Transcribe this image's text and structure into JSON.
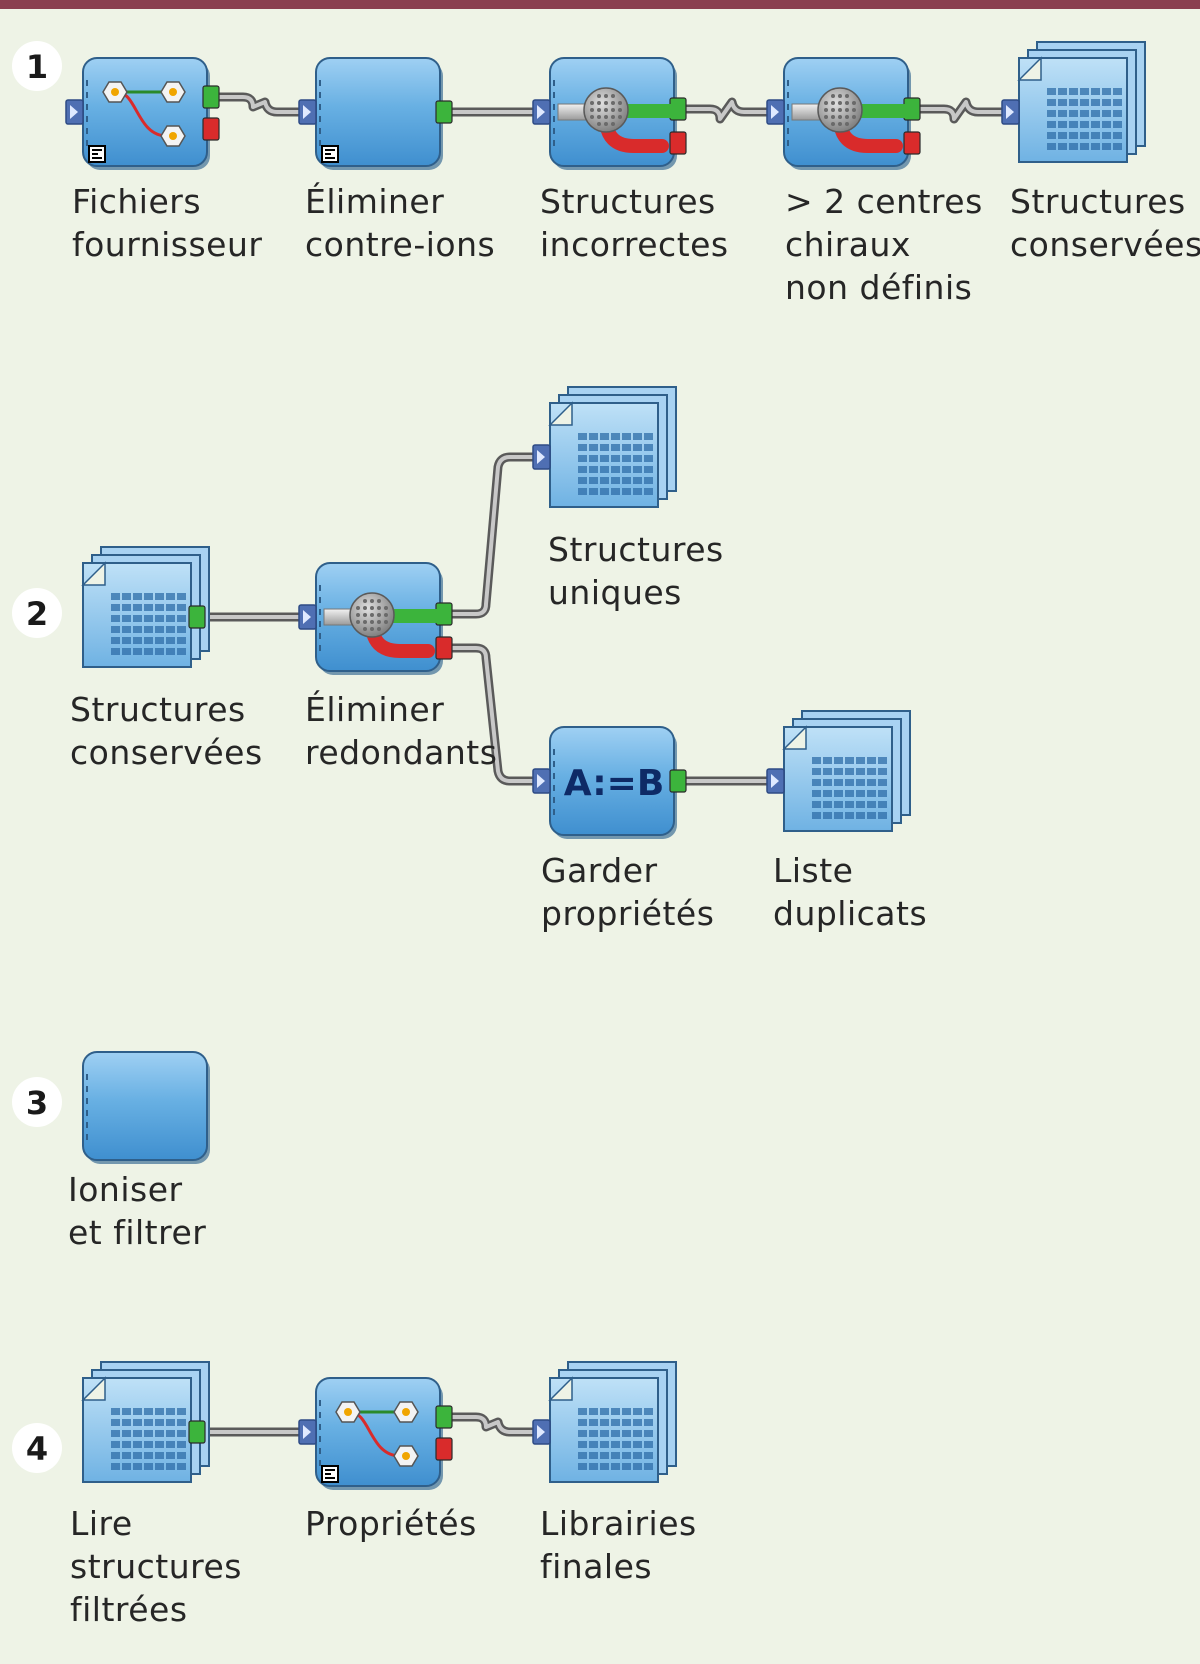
{
  "colors": {
    "background": "#eef3e6",
    "top_bar": "#8a3f4f",
    "node_fill": "#5ea6dc",
    "port_green": "#3cb43c",
    "port_red": "#d92b2b",
    "connector": "#8c8c8c"
  },
  "steps": [
    {
      "number": "1",
      "nodes": [
        {
          "icon": "metanode-icon",
          "label": "Fichiers\nfournisseur"
        },
        {
          "icon": "blank-node-icon",
          "label": "Éliminer\ncontre-ions"
        },
        {
          "icon": "splitter-node-icon",
          "label": "Structures\nincorrectes"
        },
        {
          "icon": "splitter-node-icon",
          "label": "> 2 centres\nchiraux\nnon définis"
        },
        {
          "icon": "table-stack-icon",
          "label": "Structures\nconservées"
        }
      ]
    },
    {
      "number": "2",
      "nodes": [
        {
          "icon": "table-stack-icon",
          "label": "Structures\nconservées"
        },
        {
          "icon": "splitter-node-icon",
          "label": "Éliminer\nredondants"
        },
        {
          "icon": "table-stack-icon",
          "label": "Structures\nuniques"
        },
        {
          "icon": "assign-node-icon",
          "label": "Garder\npropriétés",
          "glyph": "A:=B"
        },
        {
          "icon": "table-stack-icon",
          "label": "Liste\nduplicats"
        }
      ]
    },
    {
      "number": "3",
      "nodes": [
        {
          "icon": "blank-node-icon",
          "label": "Ioniser\net filtrer"
        }
      ]
    },
    {
      "number": "4",
      "nodes": [
        {
          "icon": "table-stack-icon",
          "label": "Lire\nstructures\nfiltrées"
        },
        {
          "icon": "metanode-icon",
          "label": "Propriétés"
        },
        {
          "icon": "table-stack-icon",
          "label": "Librairies\nfinales"
        }
      ]
    }
  ]
}
